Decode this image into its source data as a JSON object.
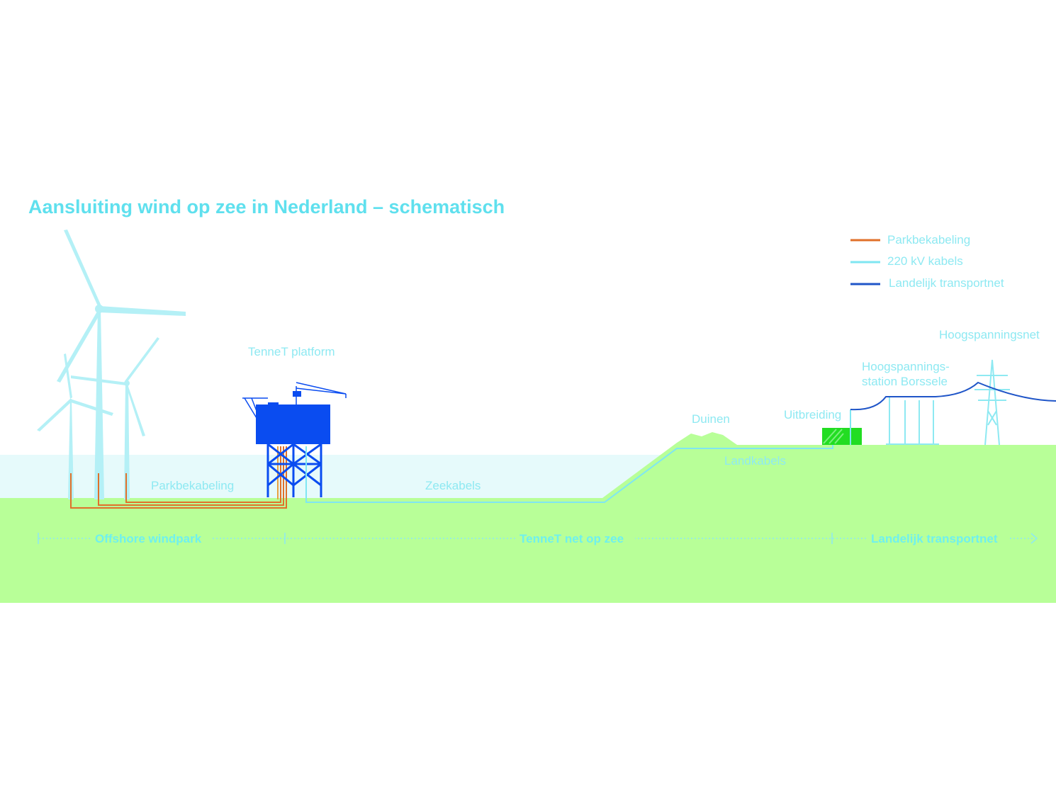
{
  "title": "Aansluiting wind op zee in Nederland – schematisch",
  "legend": [
    {
      "label": "Parkbekabeling",
      "color": "#e0702a"
    },
    {
      "label": "220 kV kabels",
      "color": "#7fe6f2"
    },
    {
      "label": "Landelijk transportnet",
      "color": "#1f55c8"
    }
  ],
  "labels": {
    "platform": "TenneT platform",
    "parkbekabeling": "Parkbekabeling",
    "zeekabels": "Zeekabels",
    "duinen": "Duinen",
    "landkabels": "Landkabels",
    "uitbreiding": "Uitbreiding",
    "station_line1": "Hoogspannings-",
    "station_line2": "station Borssele",
    "hoogspanningsnet": "Hoogspanningsnet"
  },
  "zones": [
    "Offshore windpark",
    "TenneT net op zee",
    "Landelijk transportnet"
  ],
  "colors": {
    "land": "#b8ff98",
    "sea": "#e6fafb",
    "turbine": "#b4f0f6",
    "platform": "#0a4cf0",
    "expansion": "#22dd22"
  }
}
